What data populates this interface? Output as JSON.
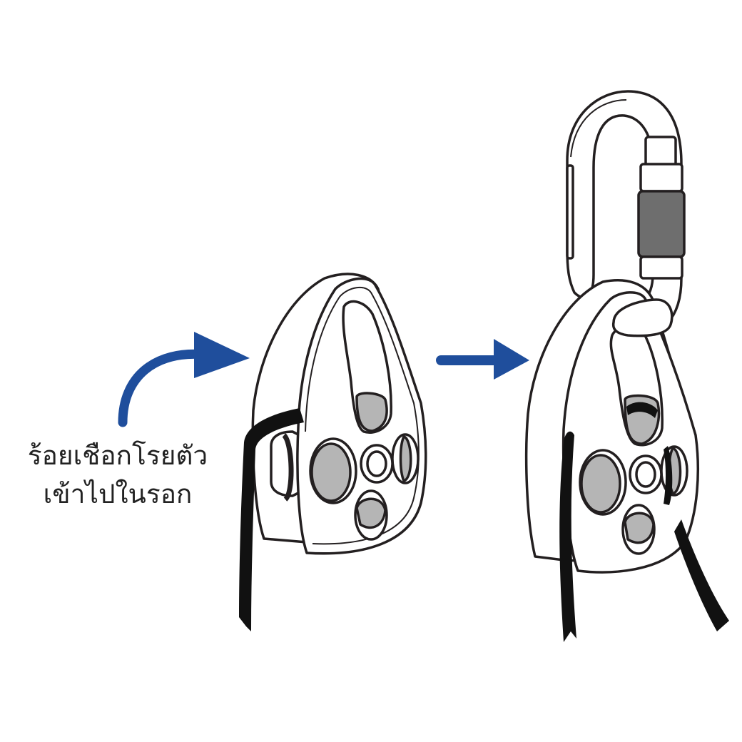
{
  "caption": {
    "line1": "ร้อยเชือกโรยตัว",
    "line2": "เข้าไปในรอก"
  },
  "steps": [
    {
      "name": "thread-rope-into-pulley",
      "icon": "pulley-icon"
    },
    {
      "name": "clip-carabiner-to-pulley",
      "icon": "carabiner-icon"
    }
  ],
  "colors": {
    "arrow": "#1f4e9c",
    "outline": "#231f20",
    "pulley_face": "#ffffff",
    "hole_fill": "#b5b5b5",
    "rope": "#111111",
    "background": "#ffffff"
  }
}
